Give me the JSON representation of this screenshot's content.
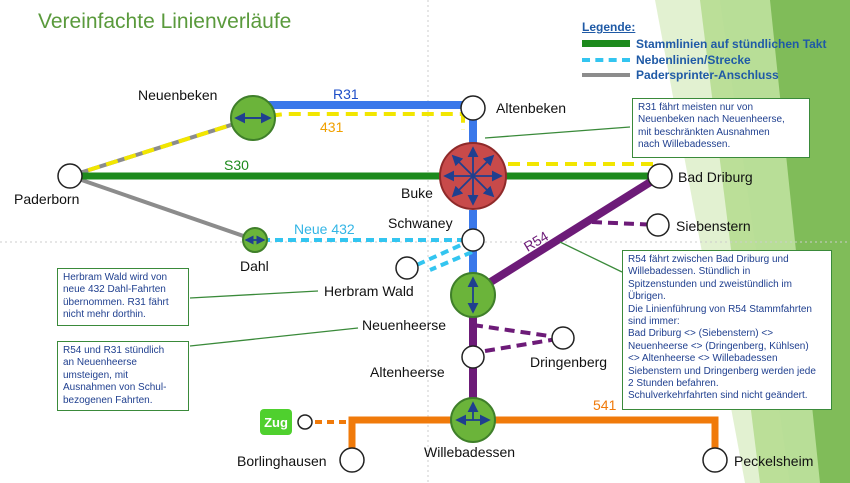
{
  "title": "Vereinfachte Linienverläufe",
  "colors": {
    "main": "#1d8a1d",
    "secondary": "#33c5f0",
    "sprinter": "#8c8c8c",
    "r31": "#3a78ea",
    "r31_dashed": "#f2e600",
    "r54": "#6d1b78",
    "bus541": "#f07a0a",
    "zug": "#4fd02e",
    "hub_red": "#c84a4a",
    "hub_green": "#6bb43a",
    "text_blue": "#1f5aa6",
    "label_orange": "#f0a000"
  },
  "legend": {
    "title": "Legende:",
    "items": [
      {
        "label": "Stammlinien auf stündlichen Takt",
        "style": "main"
      },
      {
        "label": "Nebenlinien/Strecke",
        "style": "secondary"
      },
      {
        "label": "Padersprinter-Anschluss",
        "style": "sprinter"
      }
    ]
  },
  "stations": {
    "neuenbeken": "Neuenbeken",
    "altenbeken": "Altenbeken",
    "paderborn": "Paderborn",
    "buke": "Buke",
    "bad_driburg": "Bad Driburg",
    "siebenstern": "Siebenstern",
    "schwaney": "Schwaney",
    "dahl": "Dahl",
    "herbram_wald": "Herbram Wald",
    "neuenheerse": "Neuenheerse",
    "dringenberg": "Dringenberg",
    "altenheerse": "Altenheerse",
    "borlinghausen": "Borlinghausen",
    "willebadessen": "Willebadessen",
    "peckelsheim": "Peckelsheim",
    "zug": "Zug"
  },
  "line_labels": {
    "r31": "R31",
    "l431": "431",
    "s30": "S30",
    "neue432": "Neue 432",
    "r54": "R54",
    "l541": "541"
  },
  "notes": {
    "r31": [
      "R31 fährt meisten nur von",
      "Neuenbeken nach Neuenheerse,",
      "mit beschränkten Ausnahmen",
      "nach Willebadessen."
    ],
    "herbram": [
      "Herbram Wald wird von",
      "neue 432 Dahl-Fahrten",
      "übernommen. R31 fährt",
      "nicht mehr dorthin."
    ],
    "umsteigen": [
      "R54 und R31 stündlich",
      "an Neuenheerse",
      "umsteigen, mit",
      "Ausnahmen von Schul-",
      "bezogenen Fahrten."
    ],
    "r54": [
      "R54 fährt zwischen Bad Driburg und",
      "Willebadessen. Stündlich in",
      "Spitzenstunden und zweistündlich im",
      "Übrigen.",
      "Die Linienführung von R54 Stammfahrten",
      "sind immer:",
      "Bad Driburg <> (Siebenstern) <>",
      "Neuenheerse <> (Dringenberg, Kühlsen)",
      "<> Altenheerse <> Willebadessen",
      "Siebenstern und Dringenberg werden jede",
      "2 Stunden befahren.",
      "Schulverkehrfahrten sind nicht geändert."
    ]
  }
}
